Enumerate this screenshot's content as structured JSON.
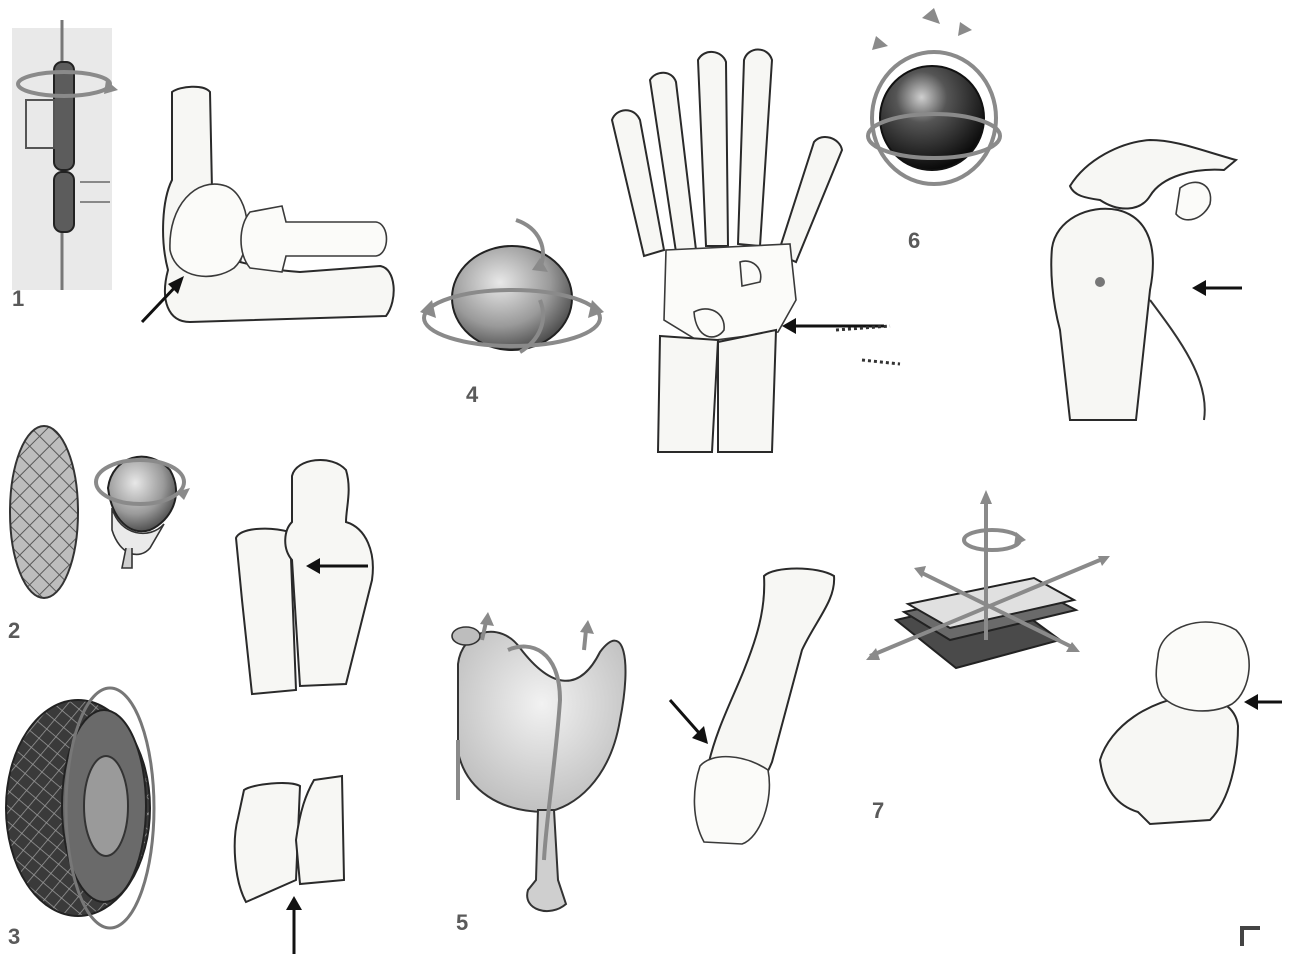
{
  "figure": {
    "labels": [
      "1",
      "2",
      "3",
      "4",
      "5",
      "6",
      "7"
    ],
    "corner_mark": "г"
  }
}
